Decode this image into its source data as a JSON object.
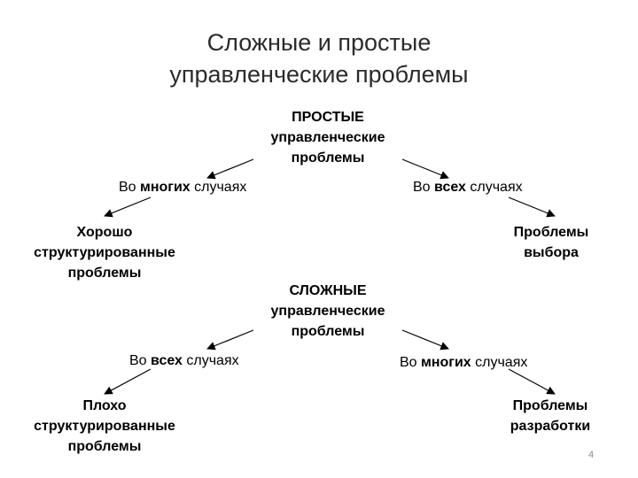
{
  "title": {
    "line1": "Сложные и простые",
    "line2": "управленческие проблемы"
  },
  "simple": {
    "root": {
      "line1": "ПРОСТЫЕ",
      "line2": "управленческие",
      "line3": "проблемы"
    },
    "left_label": {
      "pre": "Во ",
      "bold": "многих",
      "post": " случаях"
    },
    "right_label": {
      "pre": "Во ",
      "bold": "всех",
      "post": " случаях"
    },
    "left_leaf": {
      "line1": "Хорошо",
      "line2": "структурированные",
      "line3": "проблемы"
    },
    "right_leaf": {
      "line1": "Проблемы",
      "line2": "выбора"
    }
  },
  "complex": {
    "root": {
      "line1": "СЛОЖНЫЕ",
      "line2": "управленческие",
      "line3": "проблемы"
    },
    "left_label": {
      "pre": "Во ",
      "bold": "всех",
      "post": " случаях"
    },
    "right_label": {
      "pre": "Во ",
      "bold": "многих",
      "post": " случаях"
    },
    "left_leaf": {
      "line1": "Плохо",
      "line2": "структурированные",
      "line3": "проблемы"
    },
    "right_leaf": {
      "line1": "Проблемы",
      "line2": "разработки"
    }
  },
  "page_number": "4",
  "colors": {
    "title": "#2b2b2b",
    "arrow": "#000000",
    "page_number": "#8c8c8c"
  }
}
